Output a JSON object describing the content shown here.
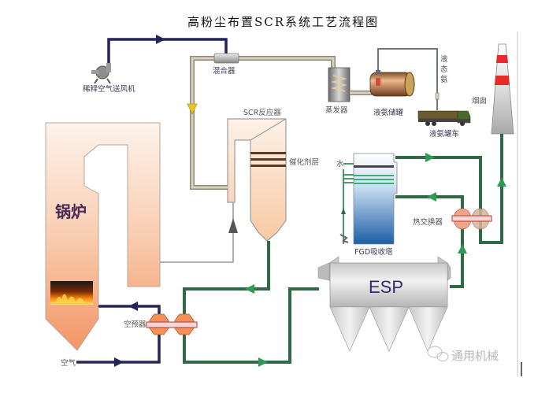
{
  "title": "高粉尘布置SCR系统工艺流程图",
  "components": {
    "dilution_fan": "稀释空气送风机",
    "mixer": "混合器",
    "evaporator": "蒸发器",
    "ammonia_tank": "液氨储罐",
    "liquid_ammonia": "液态氨",
    "ammonia_truck": "液氨罐车",
    "chimney": "烟囱",
    "scr_reactor": "SCR反应器",
    "catalyst_layer": "催化剂层",
    "water": "水",
    "fgd_absorber": "FGD吸收塔",
    "heat_exchanger": "热交换器",
    "boiler": "锅炉",
    "esp": "ESP",
    "air_preheater": "空预器",
    "air": "空气"
  },
  "watermark": "通用机械",
  "colors": {
    "air_pipe": "#25245a",
    "flue_gas_pipe": "#2f6a45",
    "ammonia_pipe": "#d8d2bf",
    "boiler_fill": "#f6b48c",
    "chimney_stripe": "#e52a2a",
    "fgd_water": "#1e63a8",
    "esp_body": "#d9d9d9"
  }
}
